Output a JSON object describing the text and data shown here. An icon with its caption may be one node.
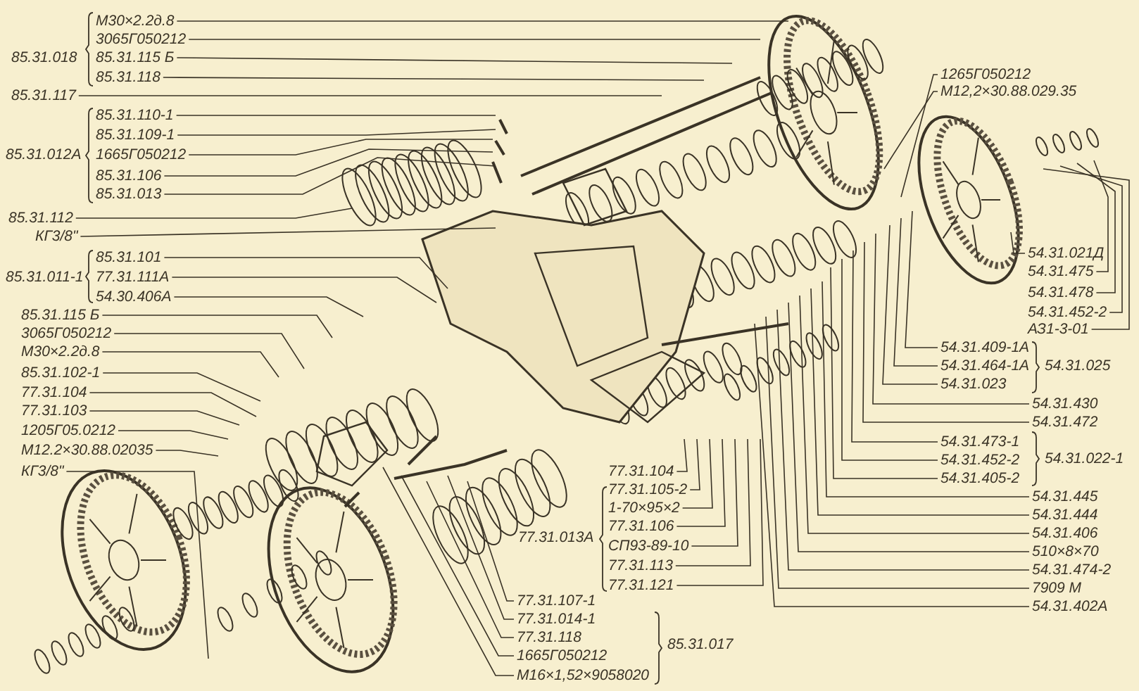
{
  "diagram": {
    "nodes": [
      {
        "text": [
          "М30×2.2д.8"
        ]
      },
      {
        "text": [
          "3065Г050212"
        ]
      },
      {
        "text": [
          "85.31.115 Б"
        ]
      },
      {
        "text": [
          "85.31.118"
        ]
      },
      {
        "text": [
          "85.31.117"
        ]
      },
      {
        "text": [
          "85.31.110-1"
        ]
      },
      {
        "text": [
          "85.31.109-1"
        ]
      },
      {
        "text": [
          "1665Г050212"
        ]
      },
      {
        "text": [
          "85.31.106"
        ]
      },
      {
        "text": [
          "85.31.013"
        ]
      },
      {
        "text": [
          "85.31.112"
        ]
      },
      {
        "text": [
          "КГ3/8\""
        ]
      },
      {
        "text": [
          "85.31.101"
        ]
      },
      {
        "text": [
          "77.31.111А"
        ]
      },
      {
        "text": [
          "54.30.406А"
        ]
      },
      {
        "text": [
          "85.31.115 Б"
        ]
      },
      {
        "text": [
          "3065Г050212"
        ]
      },
      {
        "text": [
          "М30×2.2д.8"
        ]
      },
      {
        "text": [
          "85.31.102-1"
        ]
      },
      {
        "text": [
          "77.31.104"
        ]
      },
      {
        "text": [
          "77.31.103"
        ]
      },
      {
        "text": [
          "1205Г05.0212"
        ]
      },
      {
        "text": [
          "М12.2×30.88.02035"
        ]
      },
      {
        "text": [
          "КГ3/8\""
        ]
      },
      {
        "text": [
          "77.31.107-1"
        ]
      },
      {
        "text": [
          "77.31.014-1"
        ]
      },
      {
        "text": [
          "77.31.118"
        ]
      },
      {
        "text": [
          "1665Г050212"
        ]
      },
      {
        "text": [
          "М16×1,52×9058020"
        ]
      },
      {
        "text": [
          "77.31.104"
        ]
      },
      {
        "text": [
          "77.31.105-2"
        ]
      },
      {
        "text": [
          "1-70×95×2"
        ]
      },
      {
        "text": [
          "77.31.106"
        ]
      },
      {
        "text": [
          "СП93-89-10"
        ]
      },
      {
        "text": [
          "77.31.113"
        ]
      },
      {
        "text": [
          "77.31.121"
        ]
      },
      {
        "text": [
          "1265Г050212"
        ]
      },
      {
        "text": [
          "М12,2×30.88.029.35"
        ]
      },
      {
        "text": [
          "54.31.021Д"
        ]
      },
      {
        "text": [
          "54.31.475"
        ]
      },
      {
        "text": [
          "54.31.478"
        ]
      },
      {
        "text": [
          "54.31.452-2"
        ]
      },
      {
        "text": [
          "АЗ1-3-01"
        ]
      },
      {
        "text": [
          "54.31.409-1А"
        ]
      },
      {
        "text": [
          "54.31.464-1А"
        ]
      },
      {
        "text": [
          "54.31.023"
        ]
      },
      {
        "text": [
          "54.31.430"
        ]
      },
      {
        "text": [
          "54.31.472"
        ]
      },
      {
        "text": [
          "54.31.473-1"
        ]
      },
      {
        "text": [
          "54.31.452-2"
        ]
      },
      {
        "text": [
          "54.31.405-2"
        ]
      },
      {
        "text": [
          "54.31.445"
        ]
      },
      {
        "text": [
          "54.31.444"
        ]
      },
      {
        "text": [
          "54.31.406"
        ]
      },
      {
        "text": [
          "510×8×70"
        ]
      },
      {
        "text": [
          "54.31.474-2"
        ]
      },
      {
        "text": [
          "7909 М"
        ]
      },
      {
        "text": [
          "54.31.402А"
        ]
      }
    ],
    "edges": [
      {
        "from": 0,
        "to": null,
        "arrow": "none"
      },
      {
        "from": 1,
        "to": null,
        "arrow": "none"
      },
      {
        "from": 2,
        "to": null,
        "arrow": "none"
      },
      {
        "from": 3,
        "to": null,
        "arrow": "none"
      },
      {
        "from": 4,
        "to": null,
        "arrow": "none"
      },
      {
        "from": 5,
        "to": null,
        "arrow": "none"
      },
      {
        "from": 6,
        "to": null,
        "arrow": "none"
      },
      {
        "from": 7,
        "to": null,
        "arrow": "none"
      },
      {
        "from": 8,
        "to": null,
        "arrow": "none"
      },
      {
        "from": 9,
        "to": null,
        "arrow": "none"
      },
      {
        "from": 10,
        "to": null,
        "arrow": "none"
      },
      {
        "from": 11,
        "to": null,
        "arrow": "none"
      },
      {
        "from": 12,
        "to": null,
        "arrow": "none"
      },
      {
        "from": 13,
        "to": null,
        "arrow": "none"
      },
      {
        "from": 14,
        "to": null,
        "arrow": "none"
      },
      {
        "from": 15,
        "to": null,
        "arrow": "none"
      },
      {
        "from": 16,
        "to": null,
        "arrow": "none"
      },
      {
        "from": 17,
        "to": null,
        "arrow": "none"
      },
      {
        "from": 18,
        "to": null,
        "arrow": "none"
      },
      {
        "from": 19,
        "to": null,
        "arrow": "none"
      },
      {
        "from": 20,
        "to": null,
        "arrow": "none"
      },
      {
        "from": 21,
        "to": null,
        "arrow": "none"
      },
      {
        "from": 22,
        "to": null,
        "arrow": "none"
      },
      {
        "from": 23,
        "to": null,
        "arrow": "none"
      },
      {
        "from": 24,
        "to": null,
        "arrow": "none"
      },
      {
        "from": 25,
        "to": null,
        "arrow": "none"
      },
      {
        "from": 26,
        "to": null,
        "arrow": "none"
      },
      {
        "from": 27,
        "to": null,
        "arrow": "none"
      },
      {
        "from": 28,
        "to": null,
        "arrow": "none"
      },
      {
        "from": 29,
        "to": null,
        "arrow": "none"
      },
      {
        "from": 30,
        "to": null,
        "arrow": "none"
      },
      {
        "from": 31,
        "to": null,
        "arrow": "none"
      },
      {
        "from": 32,
        "to": null,
        "arrow": "none"
      },
      {
        "from": 33,
        "to": null,
        "arrow": "none"
      },
      {
        "from": 34,
        "to": null,
        "arrow": "none"
      },
      {
        "from": 35,
        "to": null,
        "arrow": "none"
      },
      {
        "from": 36,
        "to": null,
        "arrow": "none"
      },
      {
        "from": 37,
        "to": null,
        "arrow": "none"
      },
      {
        "from": 38,
        "to": null,
        "arrow": "none"
      },
      {
        "from": 39,
        "to": null,
        "arrow": "none"
      },
      {
        "from": 40,
        "to": null,
        "arrow": "none"
      },
      {
        "from": 41,
        "to": null,
        "arrow": "none"
      },
      {
        "from": 42,
        "to": null,
        "arrow": "none"
      },
      {
        "from": 43,
        "to": null,
        "arrow": "none"
      },
      {
        "from": 44,
        "to": null,
        "arrow": "none"
      },
      {
        "from": 45,
        "to": null,
        "arrow": "none"
      },
      {
        "from": 46,
        "to": null,
        "arrow": "none"
      },
      {
        "from": 47,
        "to": null,
        "arrow": "none"
      },
      {
        "from": 48,
        "to": null,
        "arrow": "none"
      },
      {
        "from": 49,
        "to": null,
        "arrow": "none"
      },
      {
        "from": 50,
        "to": null,
        "arrow": "none"
      },
      {
        "from": 51,
        "to": null,
        "arrow": "none"
      },
      {
        "from": 52,
        "to": null,
        "arrow": "none"
      },
      {
        "from": 53,
        "to": null,
        "arrow": "none"
      },
      {
        "from": 54,
        "to": null,
        "arrow": "none"
      },
      {
        "from": 55,
        "to": null,
        "arrow": "none"
      },
      {
        "from": 56,
        "to": null,
        "arrow": "none"
      },
      {
        "from": 57,
        "to": null,
        "arrow": "none"
      }
    ],
    "labels": [
      "85.31.018",
      "85.31.012А",
      "85.31.011-1",
      "77.31.013А",
      "85.31.017",
      "54.31.025",
      "54.31.022-1"
    ]
  }
}
